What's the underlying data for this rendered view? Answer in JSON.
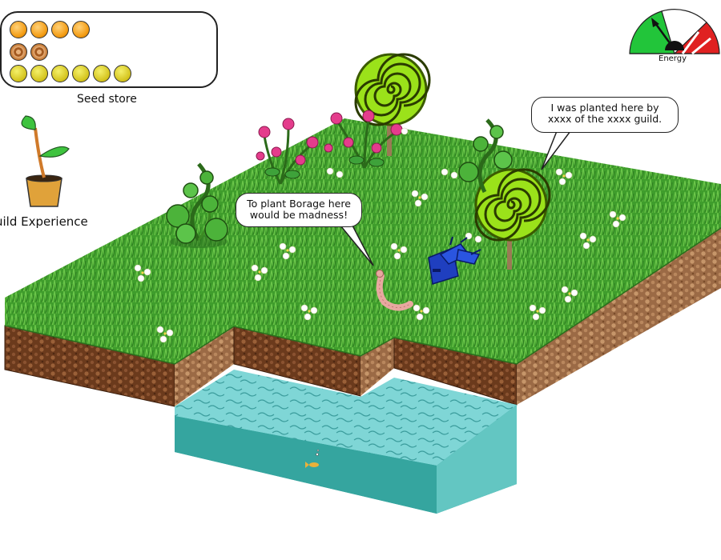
{
  "hud": {
    "seed_store": {
      "label": "Seed store",
      "rows": [
        {
          "kind": "orange",
          "count": 4
        },
        {
          "kind": "brown",
          "count": 2
        },
        {
          "kind": "yellow",
          "count": 6
        }
      ]
    },
    "guild_experience": {
      "label": "uild Experience"
    },
    "energy": {
      "label": "Energy",
      "level": 0.3
    }
  },
  "speech": {
    "worm": "To plant Borage here would be madness!",
    "tree": "I was planted here by xxxx of the xxxx guild."
  },
  "colors": {
    "grass": "#3f9d2c",
    "grass_light": "#6cc64a",
    "soil": "#6b3a1c",
    "water": "#7fd6d6",
    "water_side": "#2e9a94"
  }
}
